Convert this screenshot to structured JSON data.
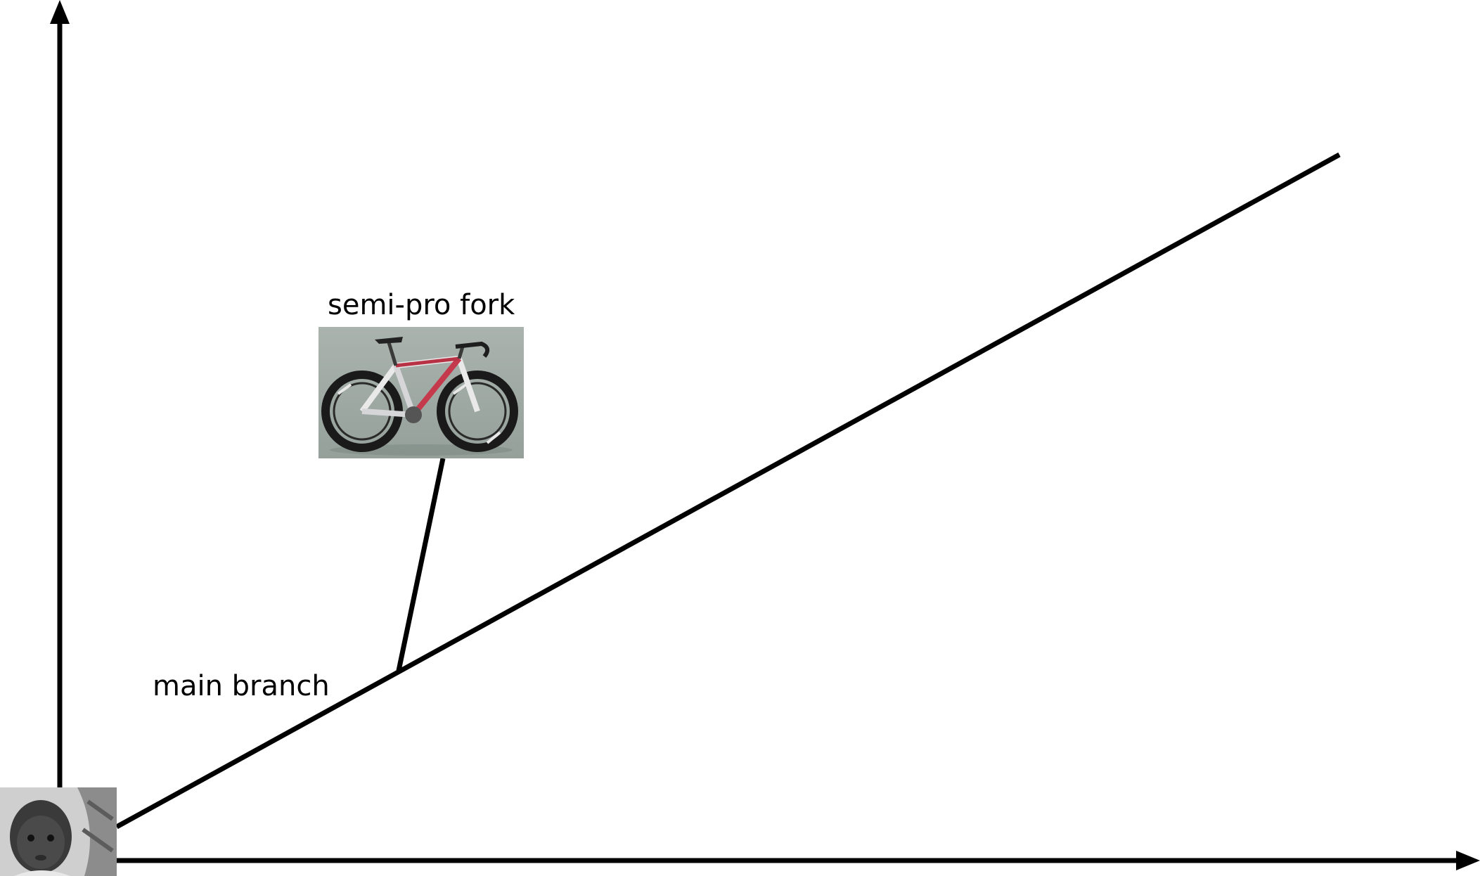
{
  "labels": {
    "fork": "semi-pro fork",
    "main": "main branch"
  },
  "images": {
    "fork_photo": "bicycle-photo",
    "origin_photo": "baby-photo"
  },
  "colors": {
    "ink": "#000000",
    "background": "#ffffff"
  }
}
